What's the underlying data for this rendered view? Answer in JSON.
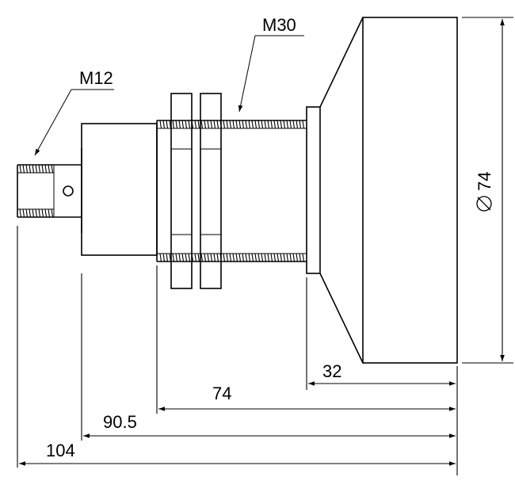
{
  "callouts": {
    "small_thread": "M12",
    "large_thread": "M30"
  },
  "dimensions": {
    "diameter": "74",
    "front_length": "32",
    "thread_length": "74",
    "body_length": "90.5",
    "total_length": "104"
  }
}
